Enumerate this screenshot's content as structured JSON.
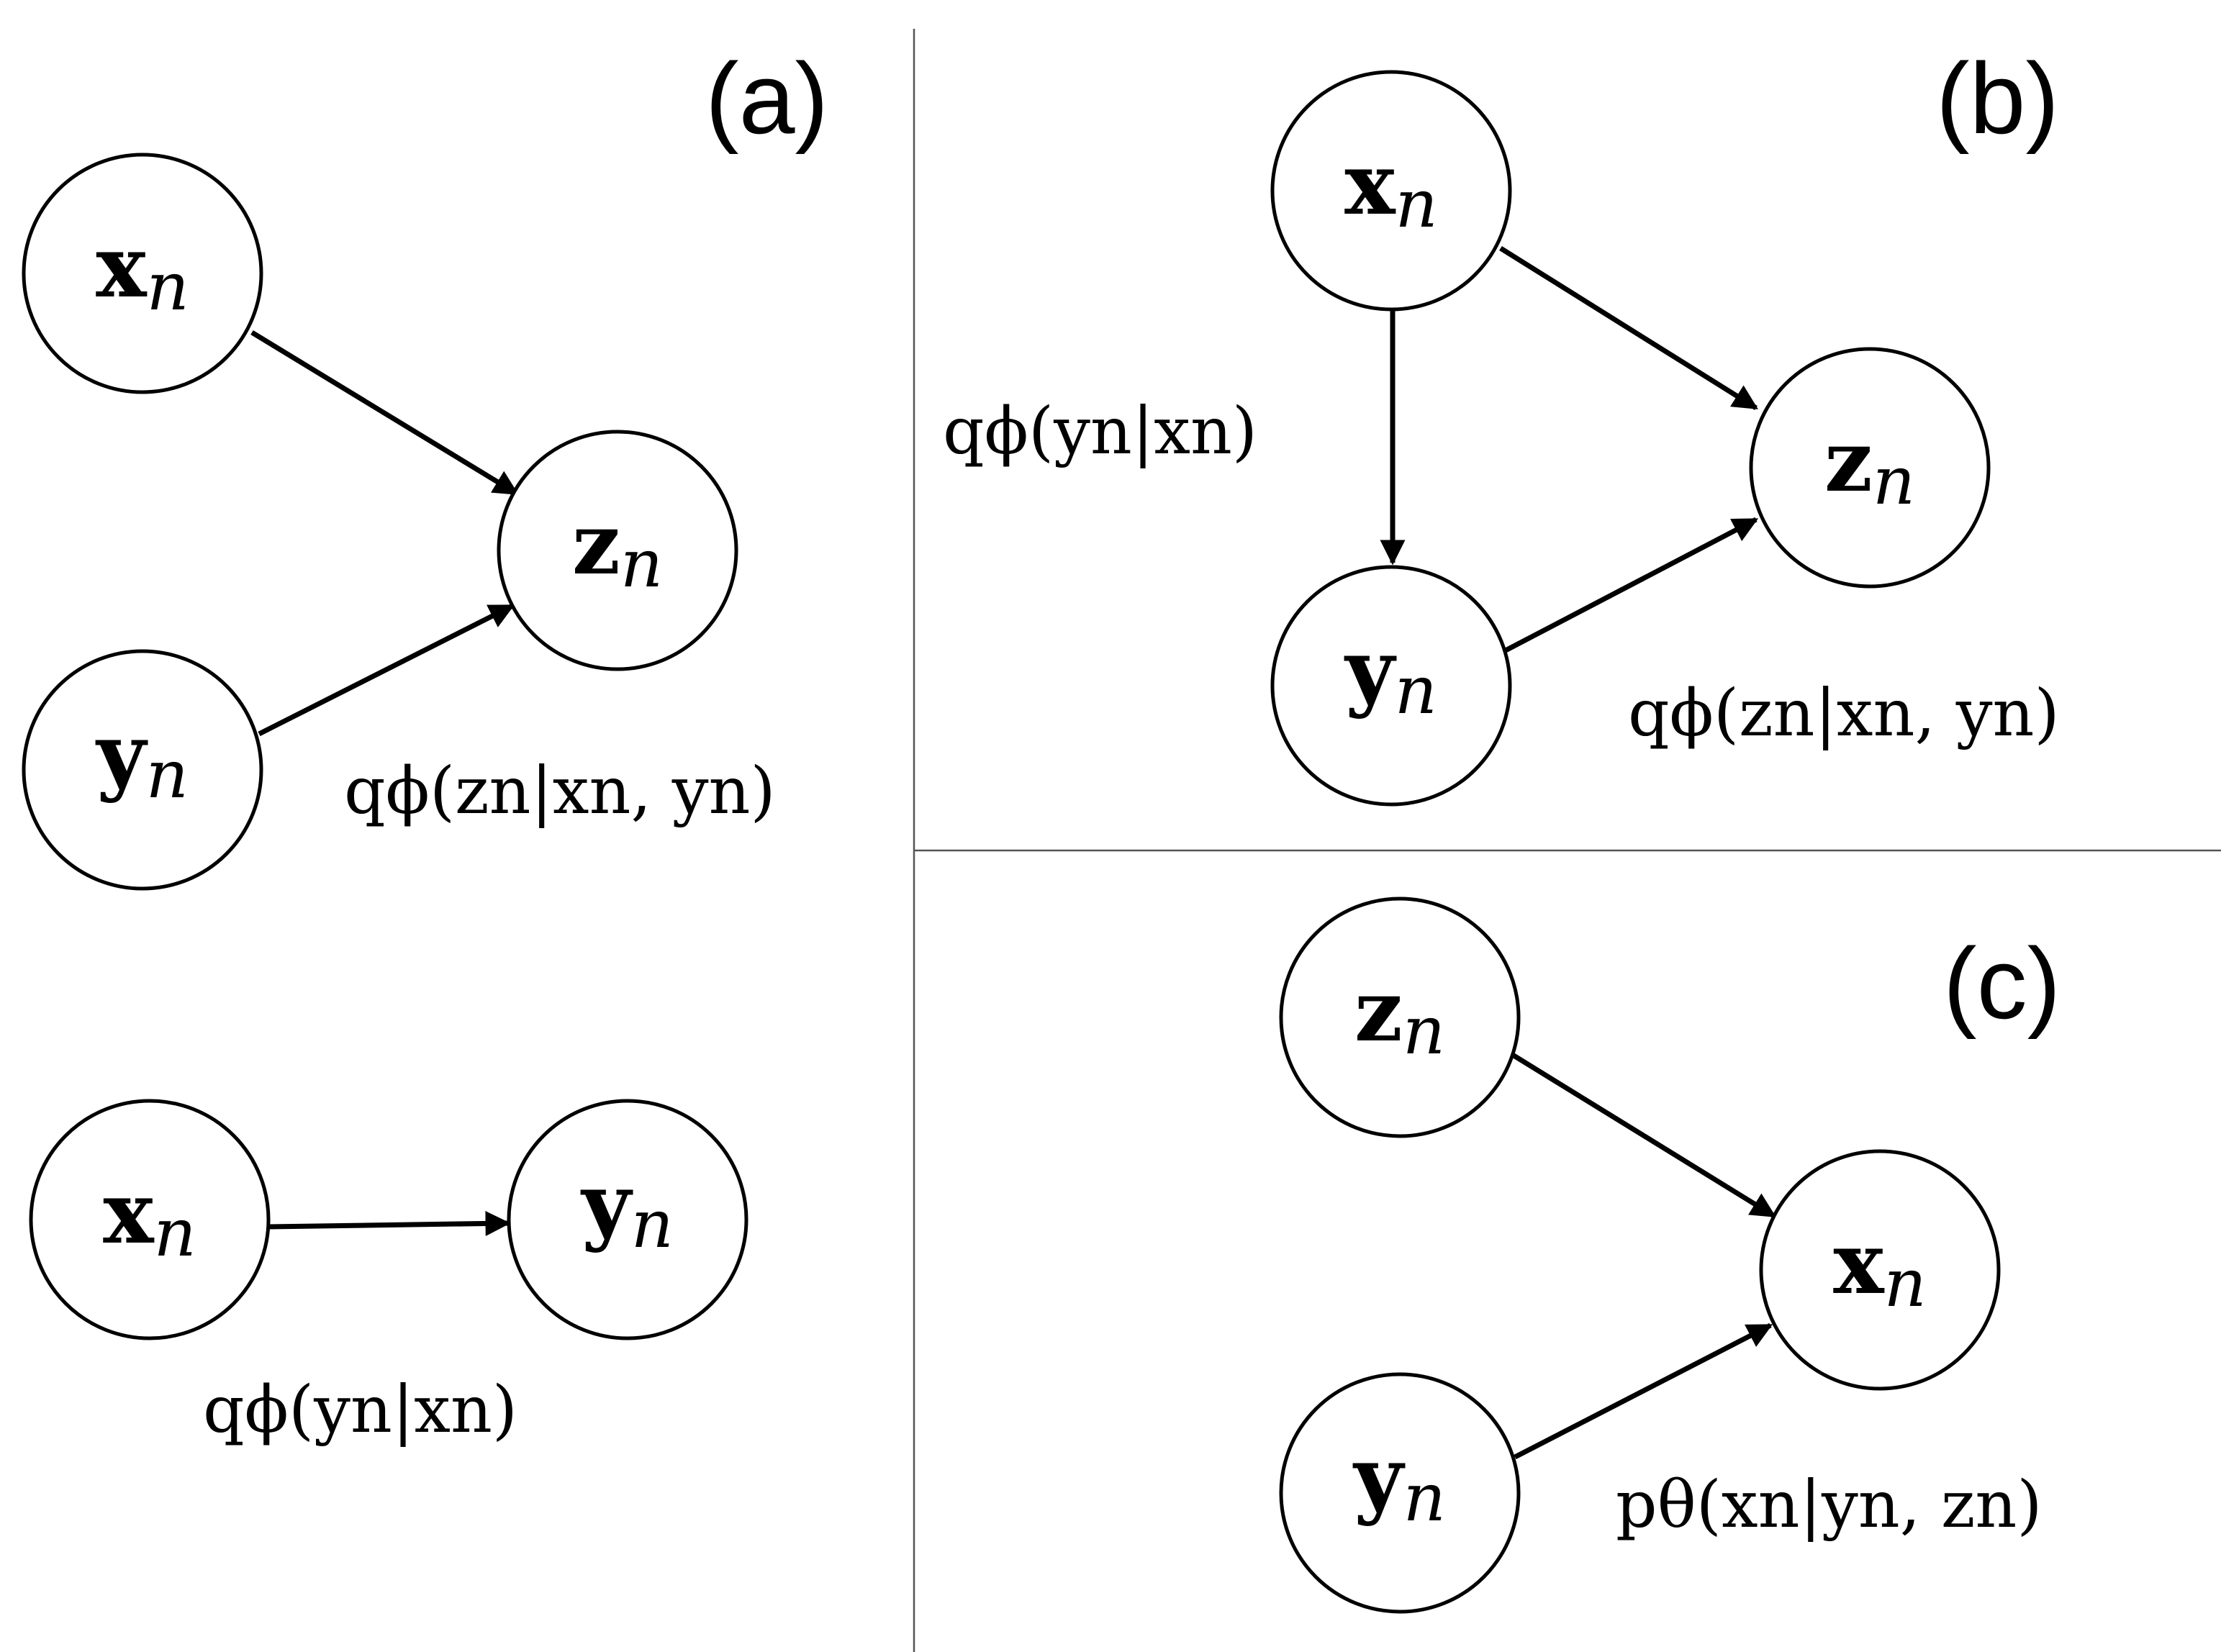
{
  "panels": {
    "a": {
      "label": "(a)"
    },
    "b": {
      "label": "(b)"
    },
    "c": {
      "label": "(c)"
    }
  },
  "nodes": {
    "x": {
      "symbol": "x",
      "subscript": "n"
    },
    "y": {
      "symbol": "y",
      "subscript": "n"
    },
    "z": {
      "symbol": "z",
      "subscript": "n"
    }
  },
  "formulas": {
    "a_z": "qϕ(zn|xn, yn)",
    "a_y": "qϕ(yn|xn)",
    "b_y": "qϕ(yn|xn)",
    "b_z": "qϕ(zn|xn, yn)",
    "c_x": "pθ(xn|yn, zn)"
  }
}
